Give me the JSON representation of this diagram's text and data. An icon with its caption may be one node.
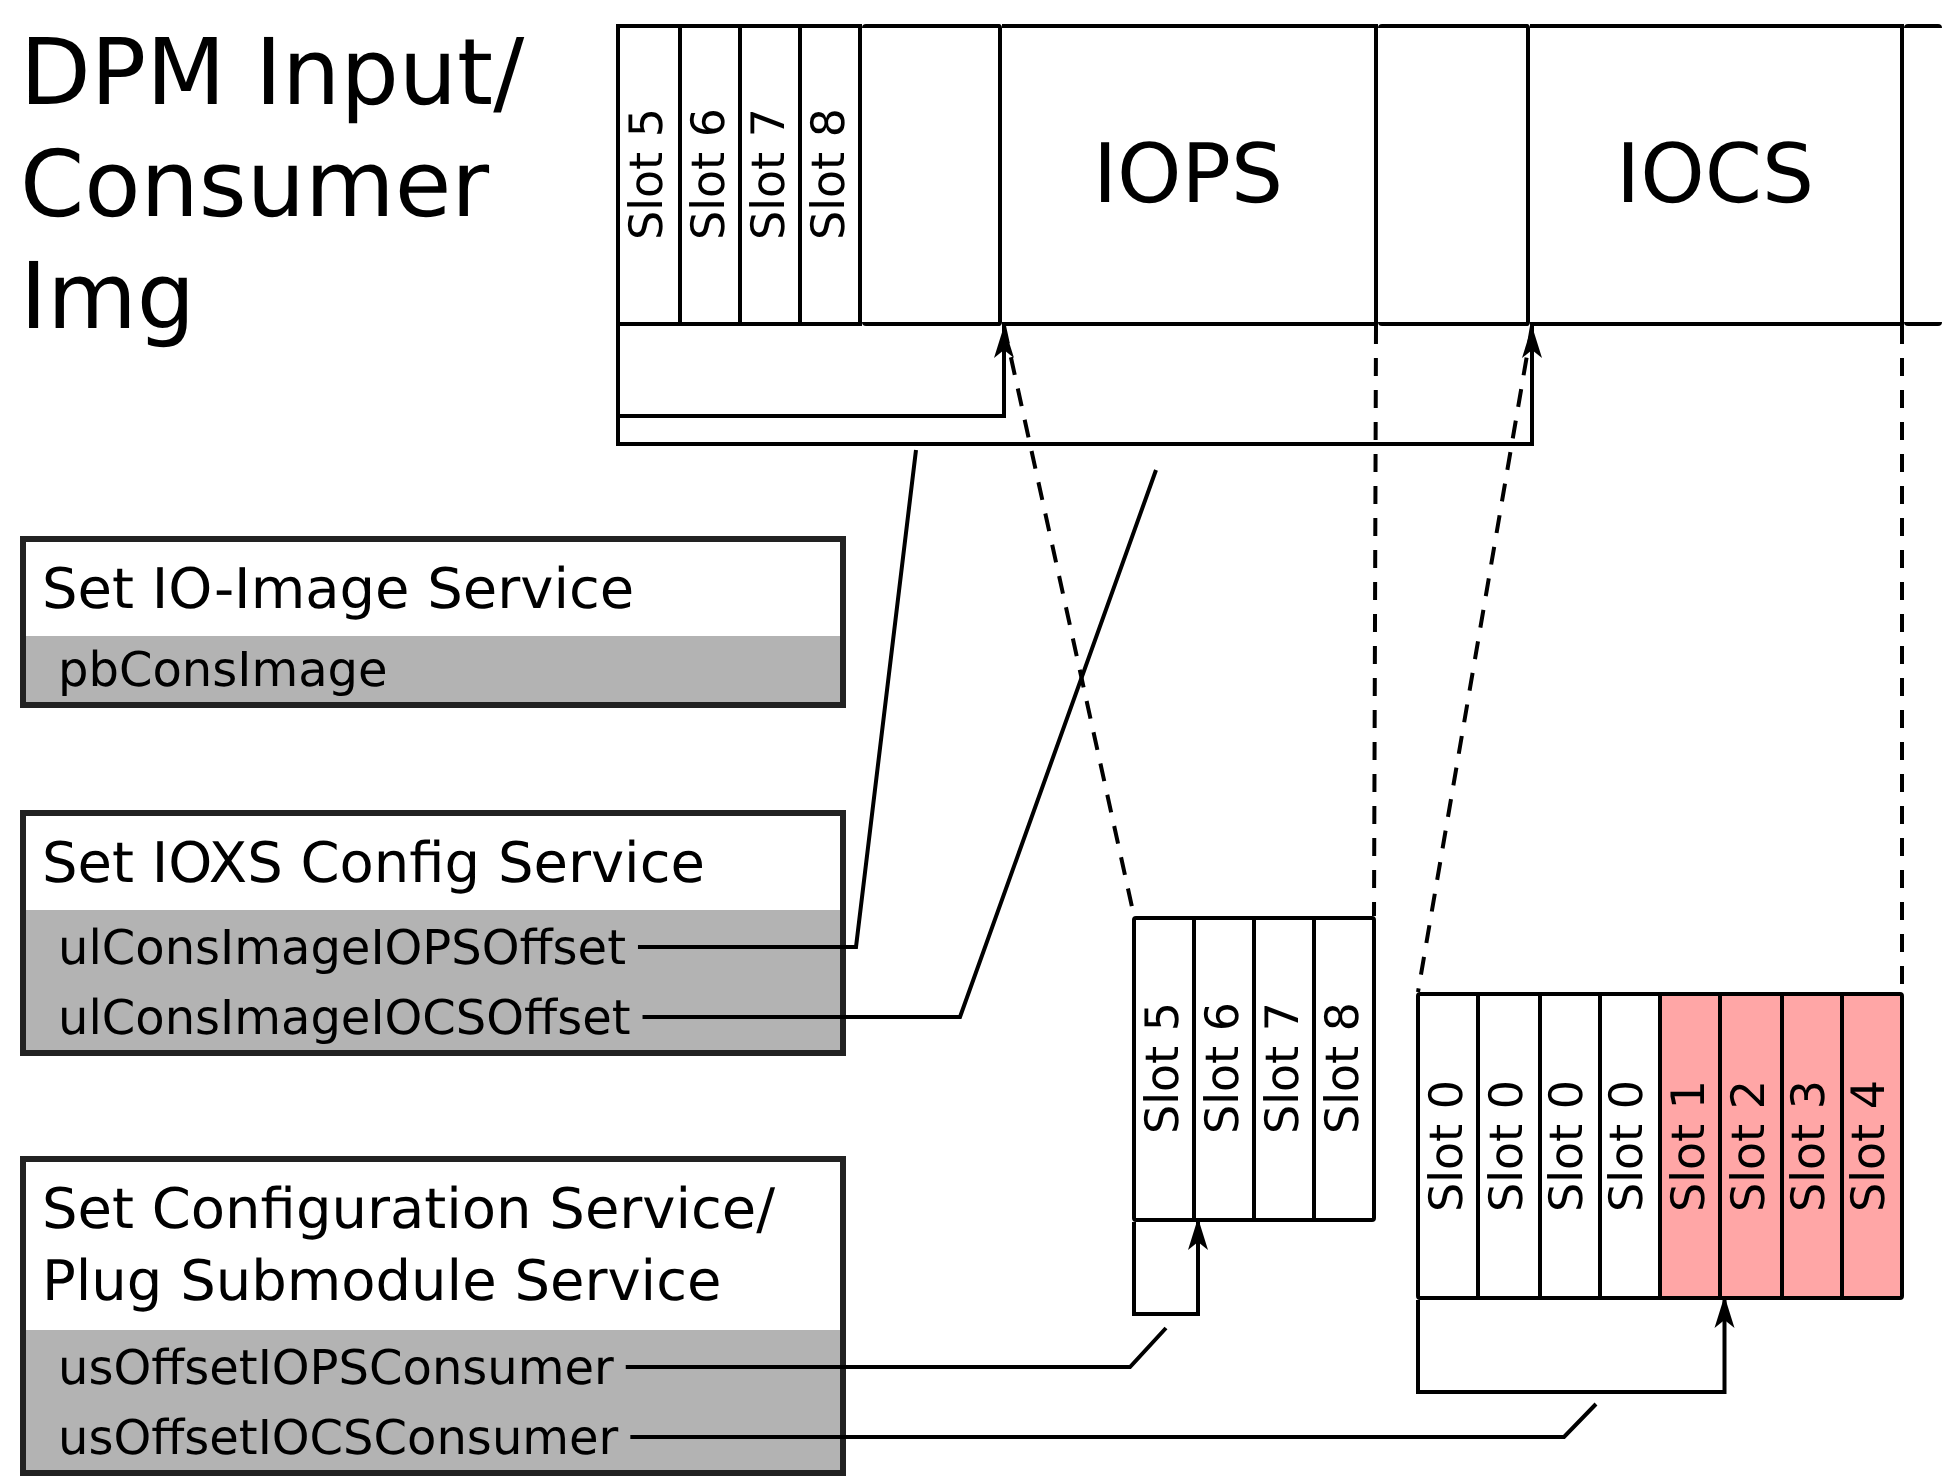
{
  "diagram": {
    "nodes": [
      {
        "text": [],
        "shape": "bar"
      },
      {
        "text": [
          "Slot 5"
        ],
        "in": 0
      },
      {
        "text": [
          "Slot 6"
        ],
        "in": 0
      },
      {
        "text": [
          "Slot 7"
        ],
        "in": 0
      },
      {
        "text": [
          "Slot 8"
        ],
        "in": 0
      },
      {
        "text": [],
        "shape": "box",
        "in": 0
      },
      {
        "text": [
          "IOPS"
        ],
        "in": 0
      },
      {
        "text": [],
        "shape": "box",
        "in": 0
      },
      {
        "text": [
          "IOCS"
        ],
        "in": 0
      },
      {
        "text": [],
        "shape": "box",
        "in": 0
      },
      {
        "text": [
          "Set IO-Image Service"
        ]
      },
      {
        "text": [
          "pbConsImage"
        ],
        "in": 10
      },
      {
        "text": [
          "Set IOXS Config Service"
        ]
      },
      {
        "text": [
          "ulConsImageIOPSOffset"
        ],
        "in": 12
      },
      {
        "text": [
          "ulConsImageIOCSOffset"
        ],
        "in": 12
      },
      {
        "text": [
          "Set Configuration Service/ Plug Submodule Service"
        ]
      },
      {
        "text": [
          "usOffsetIOPSConsumer"
        ],
        "in": 15
      },
      {
        "text": [
          "usOffsetIOCSConsumer"
        ],
        "in": 15
      },
      {
        "text": [],
        "shape": "box"
      },
      {
        "text": [
          "Slot 5"
        ],
        "in": 18
      },
      {
        "text": [
          "Slot 6"
        ],
        "in": 18
      },
      {
        "text": [
          "Slot 7"
        ],
        "in": 18
      },
      {
        "text": [
          "Slot 8"
        ],
        "in": 18
      },
      {
        "text": [],
        "shape": "box"
      },
      {
        "text": [
          "Slot 0"
        ],
        "in": 23
      },
      {
        "text": [
          "Slot 0"
        ],
        "in": 23
      },
      {
        "text": [
          "Slot 0"
        ],
        "in": 23
      },
      {
        "text": [
          "Slot 0"
        ],
        "in": 23
      },
      {
        "text": [
          "Slot 1"
        ],
        "in": 23
      },
      {
        "text": [
          "Slot 2"
        ],
        "in": 23
      },
      {
        "text": [
          "Slot 3"
        ],
        "in": 23
      },
      {
        "text": [
          "Slot 4"
        ],
        "in": 23
      }
    ],
    "edges": [
      {
        "from": 0,
        "to": 6,
        "arrow": "to"
      },
      {
        "from": 0,
        "to": 8,
        "arrow": "to"
      },
      {
        "from": 13,
        "to": null,
        "arrow": "none"
      },
      {
        "from": 14,
        "to": null,
        "arrow": "none"
      },
      {
        "from": 16,
        "to": null,
        "arrow": "none"
      },
      {
        "from": 17,
        "to": null,
        "arrow": "none"
      },
      {
        "from": 18,
        "to": 20,
        "arrow": "to"
      },
      {
        "from": 23,
        "to": 29,
        "arrow": "to"
      },
      {
        "from": 6,
        "to": 18,
        "arrow": "none",
        "style": "dashed"
      },
      {
        "from": 6,
        "to": 18,
        "arrow": "none",
        "style": "dashed"
      },
      {
        "from": 8,
        "to": 23,
        "arrow": "none",
        "style": "dashed"
      },
      {
        "from": 8,
        "to": 23,
        "arrow": "none",
        "style": "dashed"
      }
    ],
    "labels": [
      "DPM Input/ Consumer Img"
    ]
  }
}
